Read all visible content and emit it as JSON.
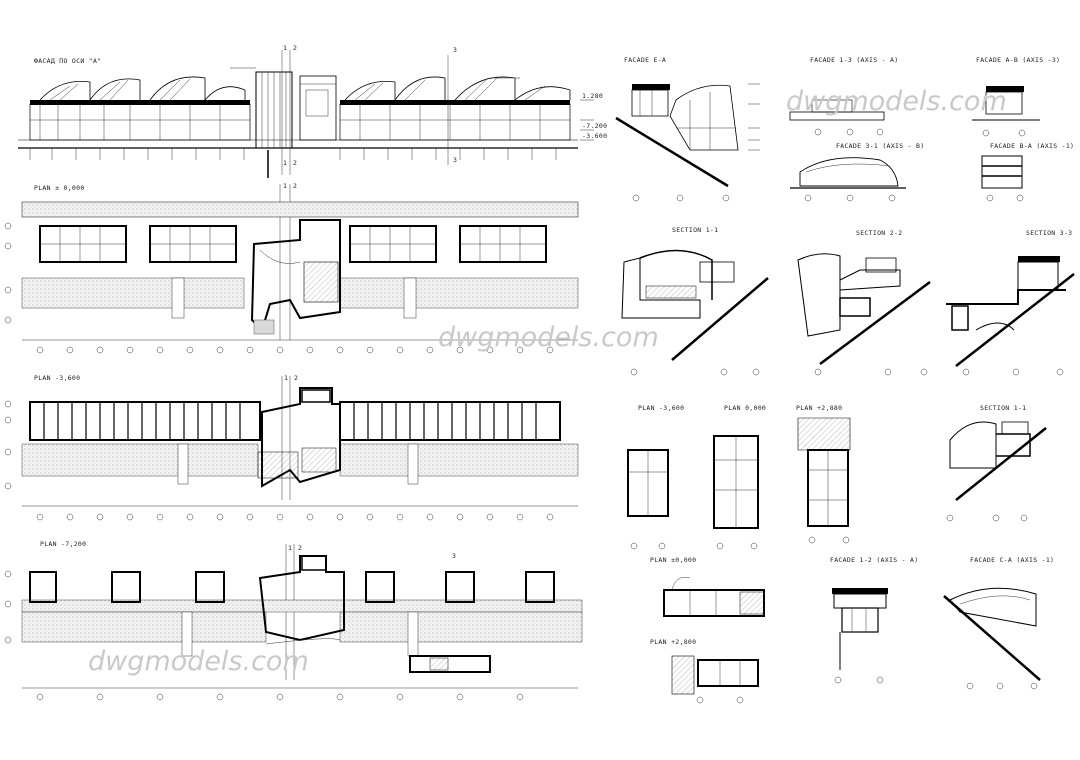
{
  "drawing": {
    "labels": {
      "facade_a": "ФАСАД ПО ОСИ \"А\"",
      "plan_0": "PLAN ± 0,000",
      "plan_m3600": "PLAN -3,600",
      "plan_m7200": "PLAN -7,200",
      "facade_e_a": "FACADE E-A",
      "facade_1_3": "FACADE 1-3 (AXIS - A)",
      "facade_a_b": "FACADE A-B (AXIS -3)",
      "facade_3_1": "FACADE 3-1 (AXIS - B)",
      "facade_b_a": "FACADE B-A (AXIS -1)",
      "section_1_1": "SECTION 1-1",
      "section_2_2": "SECTION 2-2",
      "section_3_3": "SECTION 3-3",
      "small_plan_m3600": "PLAN -3,600",
      "small_plan_0": "PLAN 0,000",
      "small_plan_2880": "PLAN +2,880",
      "small_section_1_1": "SECTION 1-1",
      "small_plan_pm0": "PLAN ±0,000",
      "facade_1_2": "FACADE 1-2 (AXIS - A)",
      "facade_c_a": "FACADE C-A (AXIS -1)",
      "small_plan_2800": "PLAN +2,800"
    },
    "watermarks": [
      "dwgmodels.com",
      "dwgmodels.com",
      "dwgmodels.com"
    ]
  }
}
